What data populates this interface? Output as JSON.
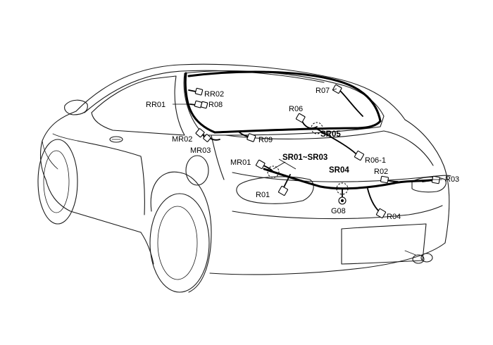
{
  "labels": {
    "rr02": "RR02",
    "rr01": "RR01",
    "r08": "R08",
    "r07": "R07",
    "r06": "R06",
    "sr05": "SR05",
    "mr02": "MR02",
    "mr03": "MR03",
    "r09": "R09",
    "mr01": "MR01",
    "sr01_sr03": "SR01~SR03",
    "r06_1": "R06-1",
    "sr04": "SR04",
    "r02": "R02",
    "r03": "R03",
    "r01": "R01",
    "g08": "G08",
    "r04": "R04"
  }
}
